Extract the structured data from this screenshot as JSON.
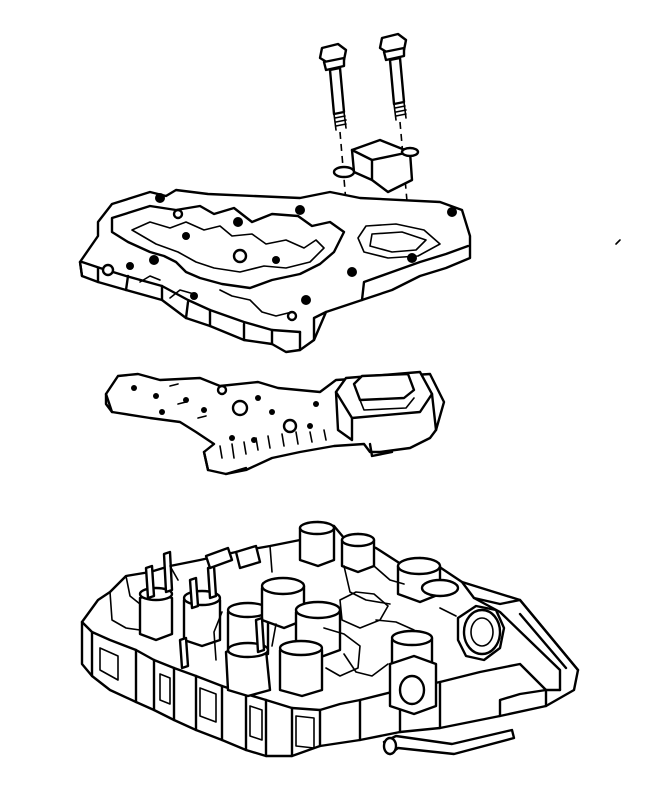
{
  "figure": {
    "parts": [
      "bolt",
      "bolt",
      "bracket",
      "upper-cover-plate",
      "spacer-plate-gasket",
      "valve-body"
    ],
    "ink_color": "#000000",
    "background_color": "#ffffff"
  }
}
